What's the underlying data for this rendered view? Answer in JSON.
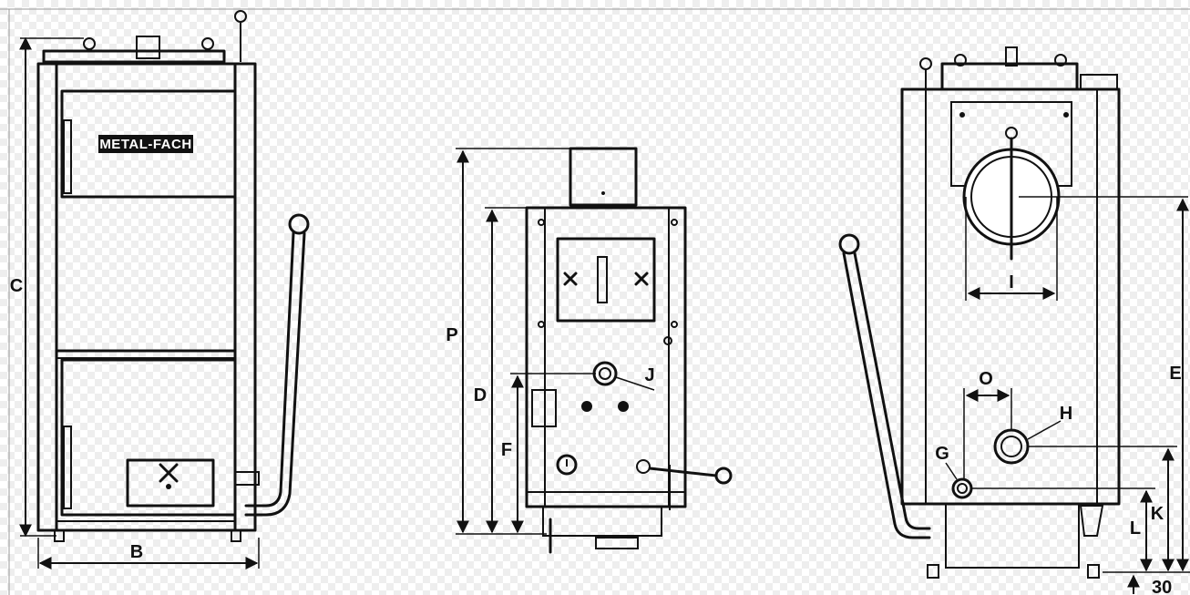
{
  "diagram": {
    "brand_logo": "METAL-FACH",
    "labels": {
      "B": "B",
      "C": "C",
      "P": "P",
      "D": "D",
      "F": "F",
      "J": "J",
      "E": "E",
      "I": "I",
      "O": "O",
      "H": "H",
      "G": "G",
      "K": "K",
      "L": "L",
      "offset": "30"
    }
  }
}
